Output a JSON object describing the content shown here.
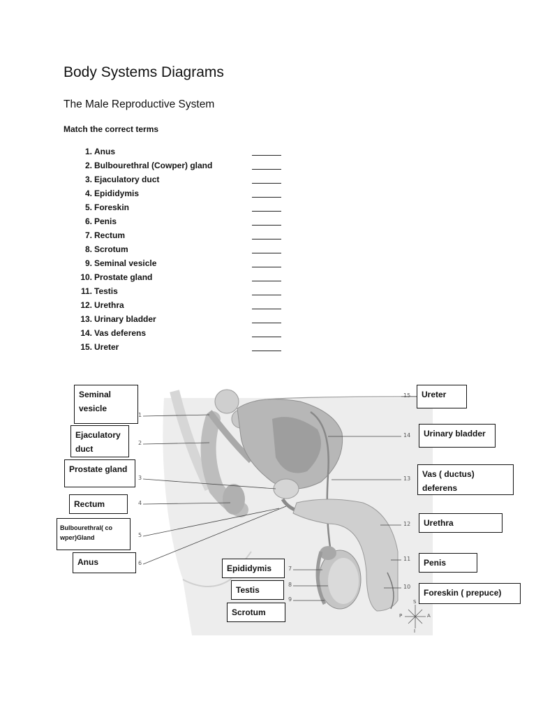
{
  "header": {
    "title": "Body Systems Diagrams",
    "subtitle": "The Male Reproductive System",
    "instruction": "Match the correct terms"
  },
  "terms": [
    {
      "num": "1.",
      "name": "Anus",
      "blank": "______"
    },
    {
      "num": "2.",
      "name": "Bulbourethral (Cowper) gland",
      "blank": "______"
    },
    {
      "num": "3.",
      "name": "Ejaculatory duct",
      "blank": "______"
    },
    {
      "num": "4.",
      "name": "Epididymis",
      "blank": "______"
    },
    {
      "num": "5.",
      "name": "Foreskin",
      "blank": "______"
    },
    {
      "num": "6.",
      "name": "Penis",
      "blank": "______"
    },
    {
      "num": "7.",
      "name": "Rectum",
      "blank": "______"
    },
    {
      "num": "8.",
      "name": "Scrotum",
      "blank": "______"
    },
    {
      "num": "9.",
      "name": "Seminal vesicle",
      "blank": "______"
    },
    {
      "num": "10.",
      "name": "Prostate gland",
      "blank": "______"
    },
    {
      "num": "11.",
      "name": "Testis",
      "blank": "______"
    },
    {
      "num": "12.",
      "name": "Urethra",
      "blank": "______"
    },
    {
      "num": "13.",
      "name": "Urinary bladder",
      "blank": "______"
    },
    {
      "num": "14.",
      "name": "Vas deferens",
      "blank": "______"
    },
    {
      "num": "15.",
      "name": "Ureter",
      "blank": "______"
    }
  ],
  "diagram": {
    "labels": {
      "seminal_vesicle": "Seminal vesicle",
      "ejaculatory_duct": "Ejaculatory duct",
      "prostate_gland": "Prostate gland",
      "rectum": "Rectum",
      "bulbourethral": "Bulbourethral( co wper)Gland",
      "anus": "Anus",
      "epididymis": "Epididymis",
      "testis": "Testis",
      "scrotum": "Scrotum",
      "ureter": "Ureter",
      "urinary_bladder": "Urinary bladder",
      "vas_deferens": "Vas ( ductus) deferens",
      "urethra": "Urethra",
      "penis": "Penis",
      "foreskin": "Foreskin ( prepuce)"
    },
    "numbers": [
      "1",
      "2",
      "3",
      "4",
      "5",
      "6",
      "7",
      "8",
      "9",
      "10",
      "11",
      "12",
      "13",
      "14",
      "15"
    ],
    "compass": {
      "s": "S",
      "p": "P",
      "a": "A",
      "i": "I"
    }
  }
}
